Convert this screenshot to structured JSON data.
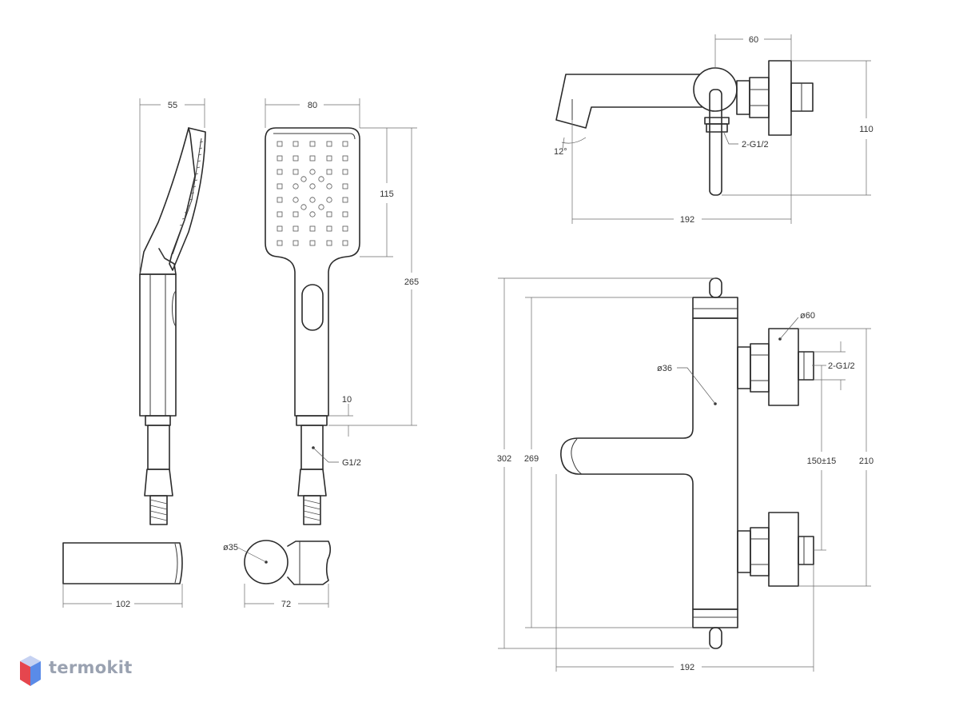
{
  "dimensions": {
    "handset_depth": "55",
    "handset_width": "80",
    "face_height": "115",
    "overall_length": "265",
    "connector_offset": "10",
    "thread": "G1/2",
    "holder_length": "102",
    "holder_diameter": "ø35",
    "holder_depth": "72",
    "spout_offset": "60",
    "body_height_top": "110",
    "spout_angle": "12°",
    "inlet_thread_top": "2-G1/2",
    "mixer_length_top": "192",
    "mixer_height": "302",
    "body_length": "269",
    "body_diameter": "ø36",
    "eccentric_diameter": "ø60",
    "inlet_thread_front": "2-G1/2",
    "center_distance": "150±15",
    "eccentric_span": "210",
    "mixer_length_front": "192"
  },
  "brand": {
    "logo_text": "termokit",
    "logo_colors": [
      "#e5464e",
      "#5a8be8",
      "#c6d2f2"
    ]
  }
}
